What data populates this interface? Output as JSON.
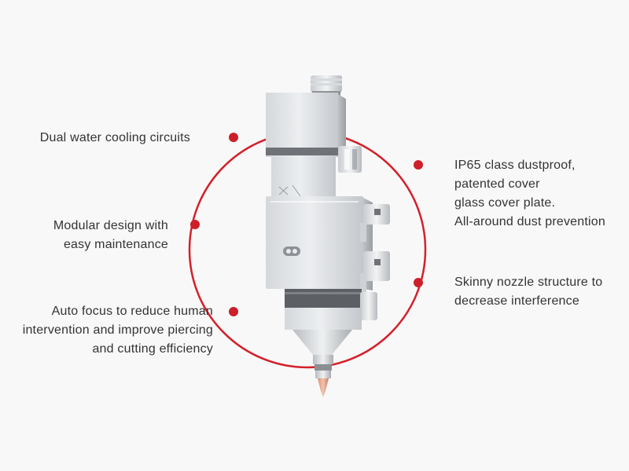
{
  "colors": {
    "background": "#f8f8f8",
    "ring": "#d4202a",
    "marker": "#cc1f2a",
    "text": "#333333",
    "metal_light": "#e4e6e8",
    "metal_mid": "#c9ccd0",
    "metal_dark": "#6c6f73",
    "nozzle_tip": "#e2a48a"
  },
  "features": {
    "cooling": {
      "lines": [
        "Dual water cooling circuits"
      ]
    },
    "modular": {
      "lines": [
        "Modular design with",
        "easy maintenance"
      ]
    },
    "autofocus": {
      "lines": [
        "Auto focus to reduce human",
        "intervention and improve piercing",
        "and cutting efficiency"
      ]
    },
    "ip65": {
      "lines": [
        "IP65 class dustproof,",
        "patented cover",
        "glass cover plate.",
        "All-around dust prevention"
      ]
    },
    "nozzle": {
      "lines": [
        "Skinny nozzle structure to",
        "decrease interference"
      ]
    }
  },
  "product": {
    "name": "laser-cutting-head"
  }
}
